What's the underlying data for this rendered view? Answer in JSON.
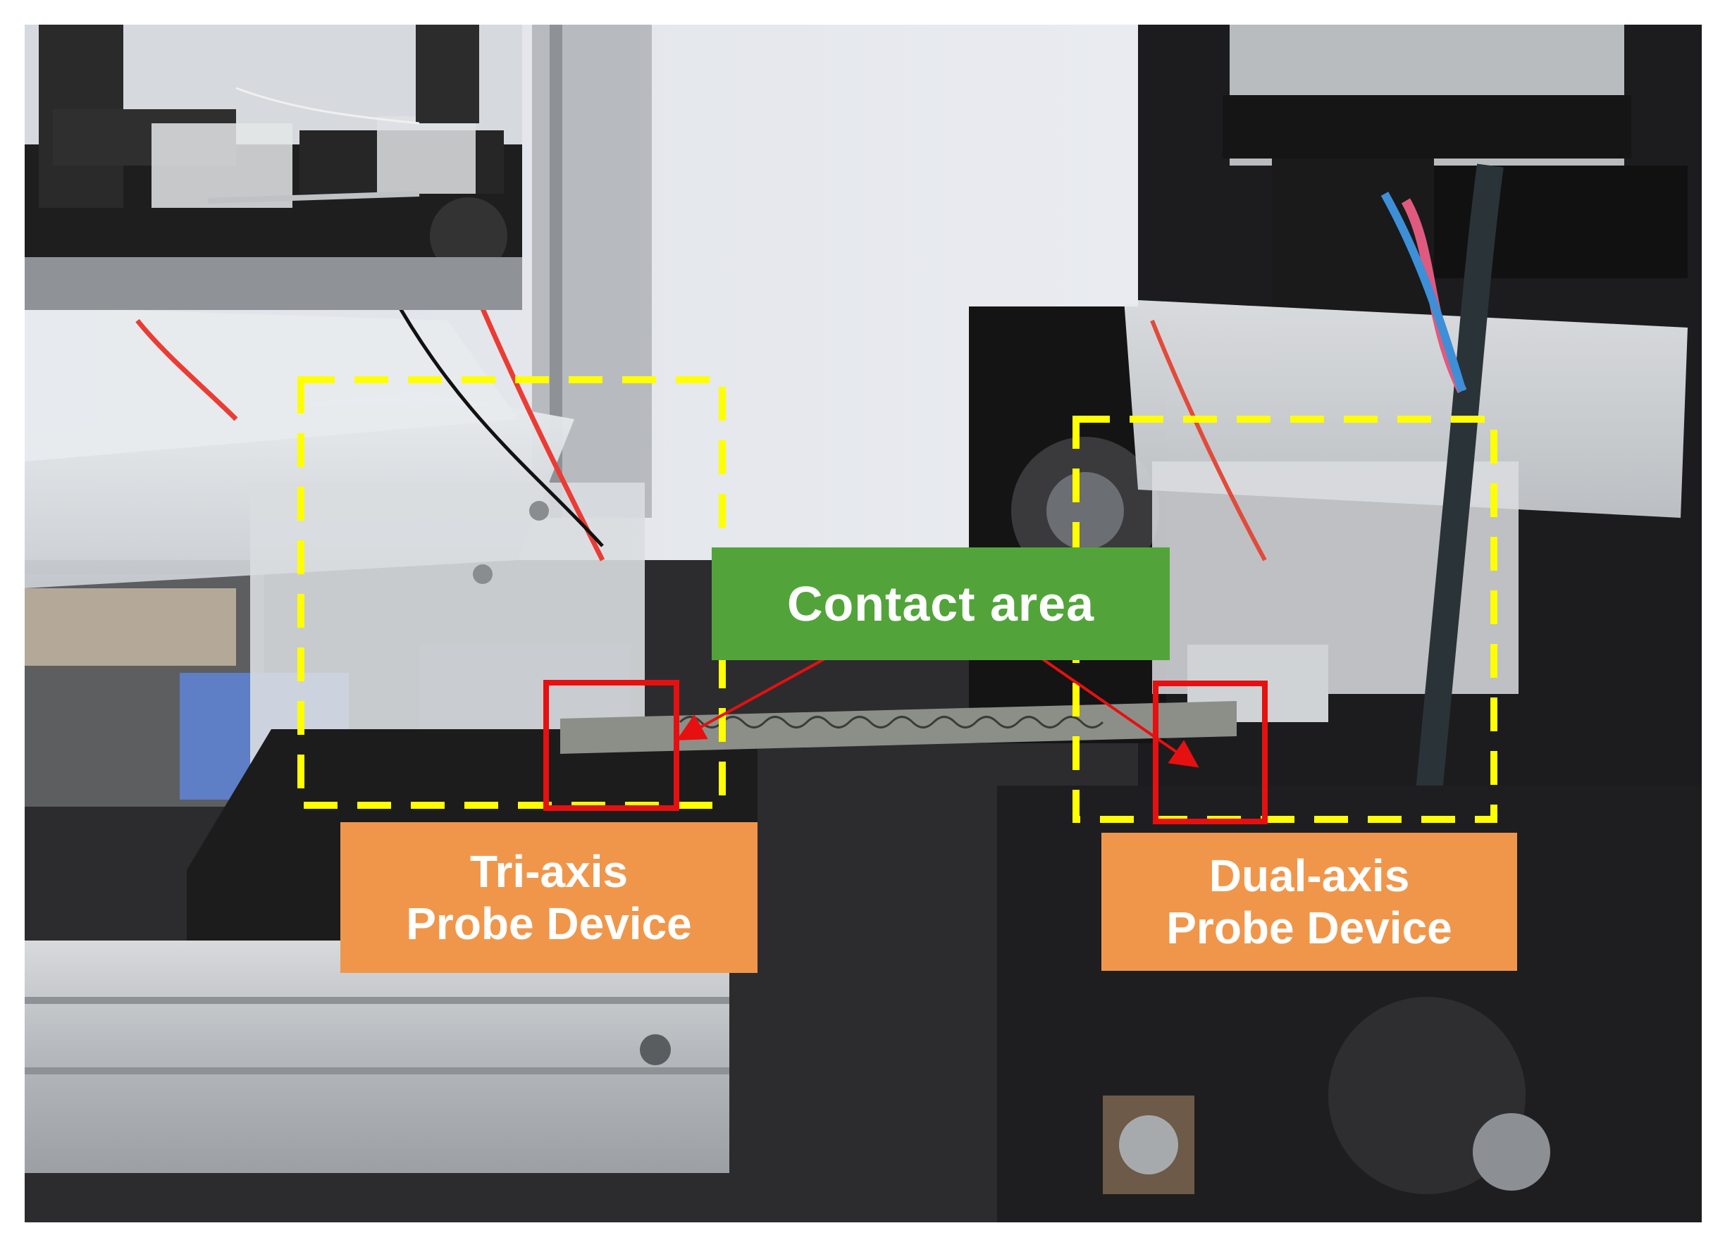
{
  "labels": {
    "contact_area": "Contact area",
    "tri_axis": {
      "line1": "Tri-axis",
      "line2": "Probe Device"
    },
    "dual_axis": {
      "line1": "Dual-axis",
      "line2": "Probe Device"
    }
  },
  "colors": {
    "contact_label_bg": "#52a43a",
    "device_label_bg": "#f0964b",
    "dashed_outline": "#ffff00",
    "contact_box": "#e61010",
    "arrow": "#e61010"
  }
}
